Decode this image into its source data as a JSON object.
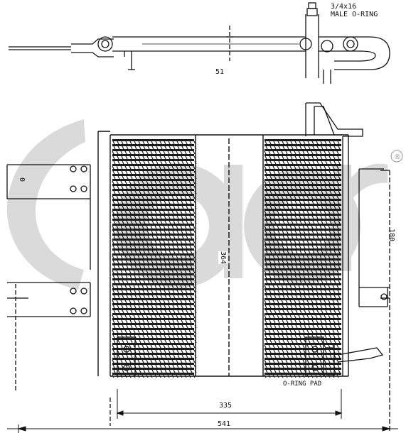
{
  "annotations": {
    "oring_size": "3/4x16",
    "oring_type": "MALE O-RING",
    "pipe_dim": "51",
    "side_dim_left": "0",
    "core_height": "364",
    "side_dim_right": "180",
    "oring_pad": "O-RING PAD",
    "core_width": "335",
    "overall_width": "541"
  },
  "watermark": {
    "text": "acr",
    "registered_mark": "®",
    "color": "#dadada"
  },
  "colors": {
    "line": "#111111",
    "fin": "#1a1a1a",
    "background": "#ffffff"
  }
}
